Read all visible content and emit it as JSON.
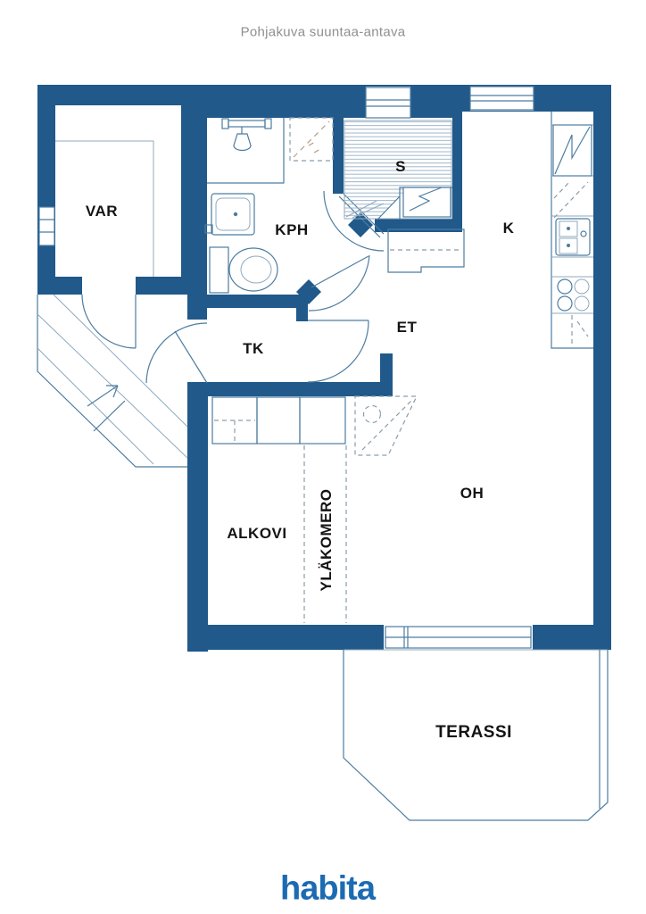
{
  "header": {
    "title": "Pohjakuva suuntaa-antava"
  },
  "rooms": {
    "var": "VAR",
    "kph": "KPH",
    "s": "S",
    "k": "K",
    "tk": "TK",
    "et": "ET",
    "alkovi": "ALKOVI",
    "ylakomero": "YLÄKOMERO",
    "oh": "OH",
    "terassi": "TERASSI"
  },
  "branding": {
    "logo": "habita"
  },
  "fixtures": [
    "shower-icon",
    "washbasin-icon",
    "toilet-icon",
    "sauna-bench-stripes",
    "sauna-heater-icon",
    "fridge-icon",
    "kitchen-sink-icon",
    "stove-icon",
    "wardrobe-cabinets",
    "fireplace-reservation-dashed",
    "entrance-steps",
    "direction-arrow-icon",
    "door-swing-arcs",
    "window-symbols"
  ],
  "colors": {
    "wall": "#20598a",
    "line": "#4c7ca0",
    "line_light": "#8fa9be",
    "dashed": "#8a9dab",
    "tan": "#b59e88",
    "logo": "#1c6bb2",
    "header_text": "#8f8f8f",
    "label": "#141414",
    "bg": "#ffffff"
  }
}
